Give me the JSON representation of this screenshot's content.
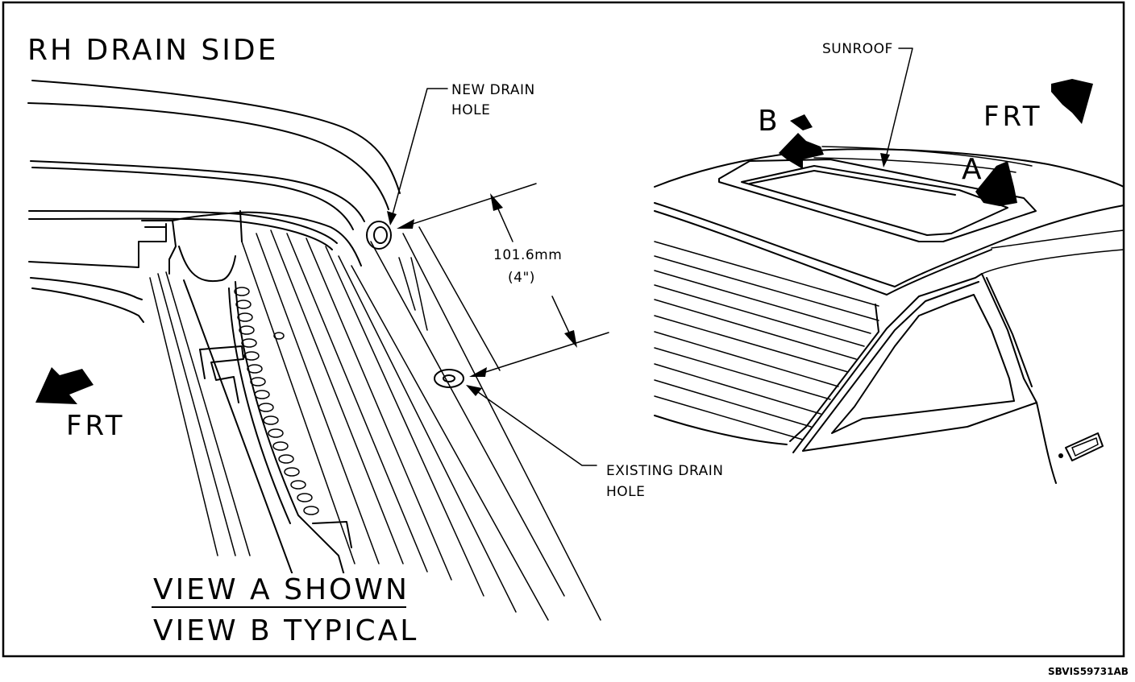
{
  "diagram": {
    "title": "RH DRAIN SIDE",
    "front_label_left": "FRT",
    "front_label_right": "FRT",
    "callouts": {
      "new_drain_hole": [
        "NEW DRAIN",
        "HOLE"
      ],
      "existing_drain_hole": [
        "EXISTING DRAIN",
        "HOLE"
      ],
      "sunroof": "SUNROOF"
    },
    "dimension": {
      "metric": "101.6mm",
      "imperial": "(4\")"
    },
    "view_markers": {
      "a": "A",
      "b": "B"
    },
    "view_note": {
      "line1": "VIEW A SHOWN",
      "line2": "VIEW B TYPICAL"
    },
    "figure_code": "SBVIS59731AB"
  }
}
